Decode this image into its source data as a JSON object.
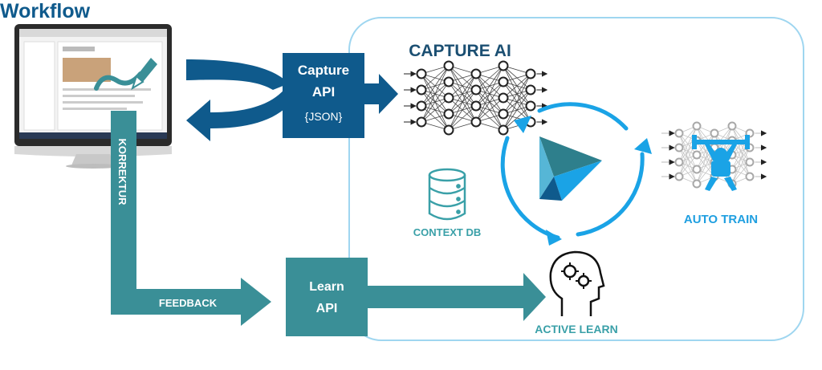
{
  "title": "Workflow",
  "capture_api": {
    "line1": "Capture",
    "line2": "API",
    "line3": "{JSON}"
  },
  "learn_api": {
    "line1": "Learn",
    "line2": "API"
  },
  "labels": {
    "capture_ai": "CAPTURE AI",
    "context_db": "CONTEXT DB",
    "auto_train": "AUTO TRAIN",
    "active_learn": "ACTIVE LEARN",
    "korrektur": "KORREKTUR",
    "feedback": "FEEDBACK"
  },
  "icons": [
    "monitor-icon",
    "pen-icon",
    "neural-network-icon",
    "database-icon",
    "play-logo-icon",
    "weightlifter-icon",
    "head-gears-icon"
  ],
  "colors": {
    "navy": "#0f5a8c",
    "teal": "#3a8f97",
    "bright_blue": "#1aa3e6",
    "frame": "#9fd6f0"
  }
}
